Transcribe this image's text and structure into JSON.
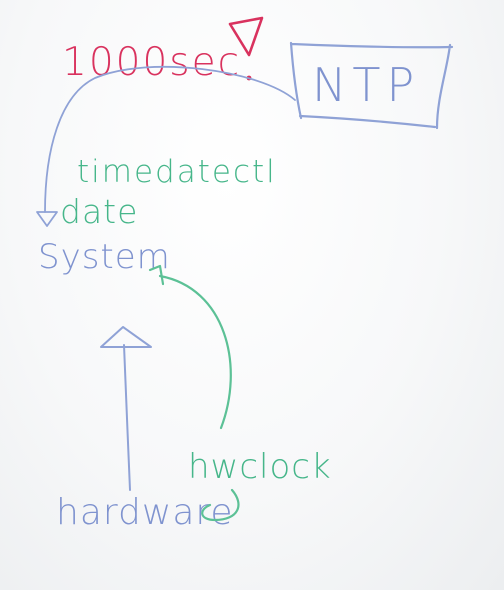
{
  "whiteboard": {
    "red_note": "1000sec",
    "ntp_label": "NTP",
    "timedatectl_label": "timedatectl",
    "date_label": "date",
    "system_label": "System",
    "hwclock_label": "hwclock",
    "hardware_label": "hardware",
    "colors": {
      "red_marker": "#d9325e",
      "blue_marker": "#7f93cf",
      "green_marker": "#46b68a",
      "board": "#f7f8f9"
    }
  }
}
